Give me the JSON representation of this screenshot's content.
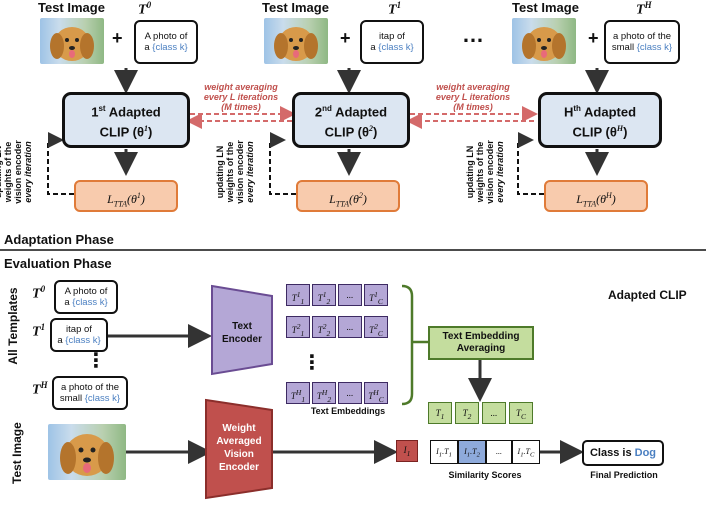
{
  "top": {
    "test_image_label": "Test Image",
    "columns": [
      {
        "template": "T",
        "sup": "0",
        "prompt_line1": "A photo of",
        "prompt_line2_pre": "a ",
        "class_text": "{class k}",
        "prompt_line2_post": "",
        "clip_sup": "st",
        "clip_name": "Adapted",
        "clip_index": "1",
        "clip_param": "CLIP (θ",
        "clip_param_sup": "1",
        "loss": "L",
        "loss_sub": "TTA",
        "loss_arg": "(θ",
        "loss_arg_sup": "1"
      },
      {
        "template": "T",
        "sup": "1",
        "prompt_line1": "itap of",
        "prompt_line2_pre": "a ",
        "class_text": "{class k}",
        "prompt_line2_post": "",
        "clip_sup": "nd",
        "clip_name": "Adapted",
        "clip_index": "2",
        "clip_param": "CLIP (θ",
        "clip_param_sup": "2",
        "loss": "L",
        "loss_sub": "TTA",
        "loss_arg": "(θ",
        "loss_arg_sup": "2"
      },
      {
        "template": "T",
        "sup": "H",
        "prompt_line1": "a photo of the",
        "prompt_line2_pre": "small ",
        "class_text": "{class k}",
        "prompt_line2_post": "",
        "clip_sup": "th",
        "clip_name": "Adapted",
        "clip_index": "H",
        "clip_param": "CLIP (θ",
        "clip_param_sup": "H",
        "loss": "L",
        "loss_sub": "TTA",
        "loss_arg": "(θ",
        "loss_arg_sup": "H"
      }
    ],
    "ellipsis": "…",
    "plus": "+",
    "weight_avg": [
      "weight averaging",
      "every L iterations",
      "(M times)"
    ],
    "side_note": [
      "updating LN",
      "weights of the",
      "vision encoder",
      "every iteration"
    ]
  },
  "adaptation_phase": "Adaptation Phase",
  "evaluation_phase": "Evaluation Phase",
  "eval": {
    "all_templates": "All Templates",
    "test_image": "Test Image",
    "prompts": [
      {
        "t": "T",
        "sup": "0",
        "l1": "A photo of",
        "l2pre": "a ",
        "cls": "{class k}"
      },
      {
        "t": "T",
        "sup": "1",
        "l1": "itap of",
        "l2pre": "a ",
        "cls": "{class k}"
      },
      {
        "t": "T",
        "sup": "H",
        "l1": "a photo of the",
        "l2pre": "small ",
        "cls": "{class k}"
      }
    ],
    "vdots": "⋮",
    "adapted_clip": "Adapted CLIP",
    "text_encoder": "Text Encoder",
    "vision_encoder": "Weight Averaged Vision Encoder",
    "text_embeddings": "Text Embeddings",
    "text_embedding_averaging": "Text Embedding Averaging",
    "emb_rows": [
      [
        "T",
        "T",
        "...",
        "T"
      ],
      [
        "T",
        "T",
        "...",
        "T"
      ],
      [
        "T",
        "T",
        "...",
        "T"
      ]
    ],
    "emb_sups": [
      "1",
      "2",
      "H"
    ],
    "emb_subs": [
      "1",
      "2",
      "",
      "C"
    ],
    "avg_cells": [
      "T1",
      "T2",
      "...",
      "TC"
    ],
    "image_emb": "I1",
    "sim_cells": [
      "I1.T1",
      "I1.T2",
      "...",
      "I1.TC"
    ],
    "similarity_scores": "Similarity Scores",
    "class_is": "Class is ",
    "dog": "Dog",
    "final_prediction": "Final Prediction"
  },
  "colors": {
    "clip_fill": "#dce6f2",
    "loss_fill": "#f8cbad",
    "text_encoder": "#b4a7d6",
    "vision_encoder": "#c0504d",
    "green": "#c4dd9e",
    "class_blue": "#4a7fc1"
  }
}
